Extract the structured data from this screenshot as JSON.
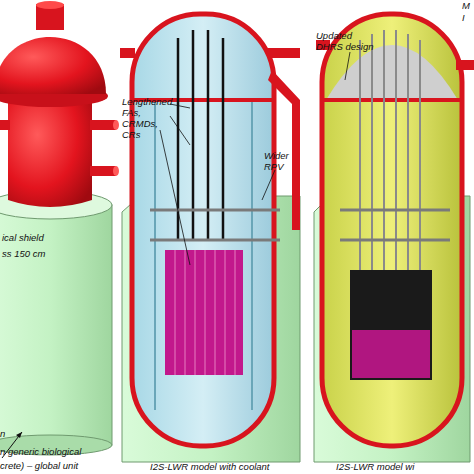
{
  "diagram": {
    "labels": [
      "ical shield",
      "ss 150 cm",
      "n",
      "n generic biological",
      "crete) – global unit",
      "Lengthened FAs, CRMDs, CRs",
      "Wider RPV",
      "I2S-LWR model with coolant",
      "Updated DHRS design",
      "I2S-LWR model wi",
      "M",
      "I"
    ]
  }
}
